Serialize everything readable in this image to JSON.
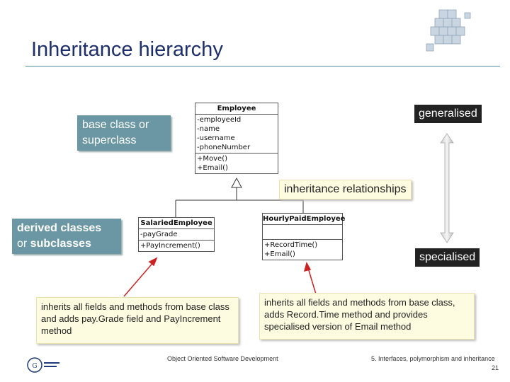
{
  "title": "Inheritance hierarchy",
  "uml": {
    "employee": {
      "name": "Employee",
      "attributes": [
        "-employeeId",
        "-name",
        "-username",
        "-phoneNumber"
      ],
      "methods": [
        "+Move()",
        "+Email()"
      ]
    },
    "salaried": {
      "name": "SalariedEmployee",
      "attributes": [
        "-payGrade"
      ],
      "methods": [
        "+PayIncrement()"
      ]
    },
    "hourly": {
      "name": "HourlyPaidEmployee",
      "attributes": [],
      "methods": [
        "+RecordTime()",
        "+Email()"
      ]
    }
  },
  "labels": {
    "base_1": "base class",
    "base_or": " or",
    "base_2": "superclass",
    "derived_1": "derived classes",
    "derived_or": "or ",
    "derived_2": "subclasses",
    "generalised": "generalised",
    "specialised": "specialised",
    "inheritance": "inheritance relationships"
  },
  "notes": {
    "left": "inherits all fields and methods from base class and adds pay.Grade field and PayIncrement method",
    "right": "inherits all fields and methods from base class, adds Record.Time method and provides specialised version of Email method"
  },
  "footer": {
    "center": "Object Oriented Software Development",
    "right": "5. Interfaces, polymorphism and inheritance",
    "page": "21"
  },
  "colors": {
    "title": "#1f2f6b",
    "teal": "#6a97a3",
    "arrow": "#cc2222"
  },
  "icons": {
    "top_right": "cubes-icon",
    "logo": "gcu-logo-icon"
  }
}
